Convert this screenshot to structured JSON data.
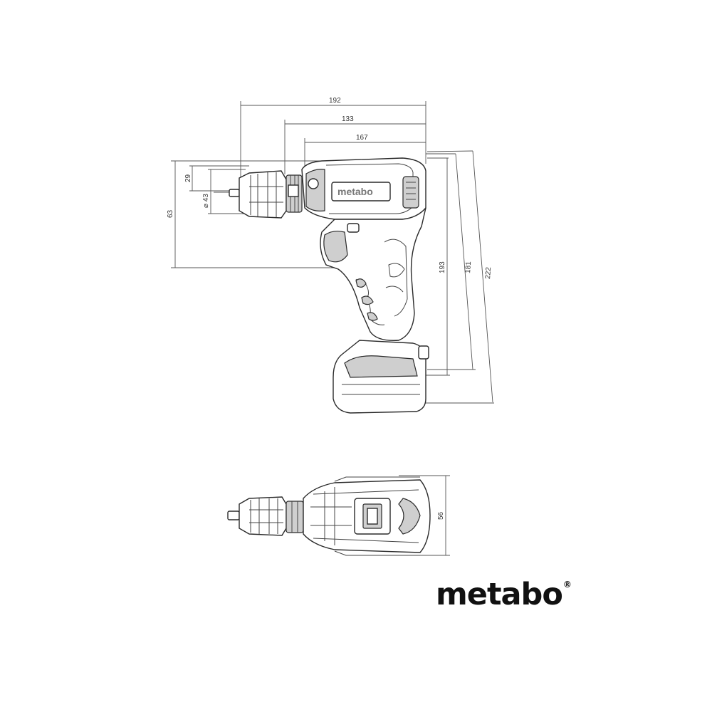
{
  "brand": {
    "logo_text": "metabo",
    "registered_mark": "®"
  },
  "dimensions": {
    "side_view": {
      "overall_length": "192",
      "length_mid": "133",
      "length_short": "167",
      "chuck_height": "29",
      "chuck_diameter": "⌀ 43",
      "height_left": "63",
      "height_1": "193",
      "height_2": "181",
      "height_3": "222"
    },
    "top_view": {
      "width": "56"
    }
  }
}
